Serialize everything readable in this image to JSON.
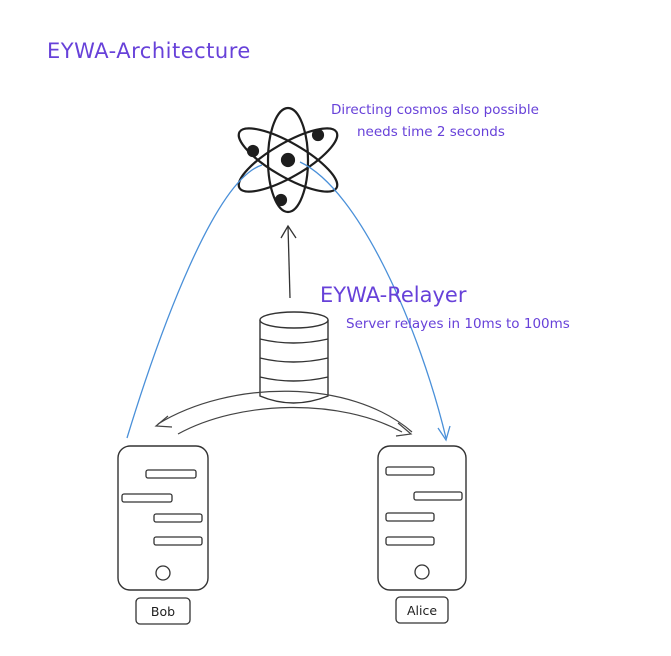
{
  "title": "EYWA-Architecture",
  "cosmos_note": {
    "line1": "Directing cosmos  also possible",
    "line2": "needs time 2 seconds"
  },
  "relayer": {
    "label": "EYWA-Relayer",
    "note": "Server relayes in 10ms to 100ms"
  },
  "devices": {
    "left_label": "Bob",
    "right_label": "Alice"
  },
  "colors": {
    "annotation": "#6741d9",
    "blue_line": "#4a90d9",
    "stroke": "#1e1e1e"
  },
  "icons": [
    "cosmos-atom-icon",
    "database-cylinder-icon",
    "phone-icon"
  ]
}
